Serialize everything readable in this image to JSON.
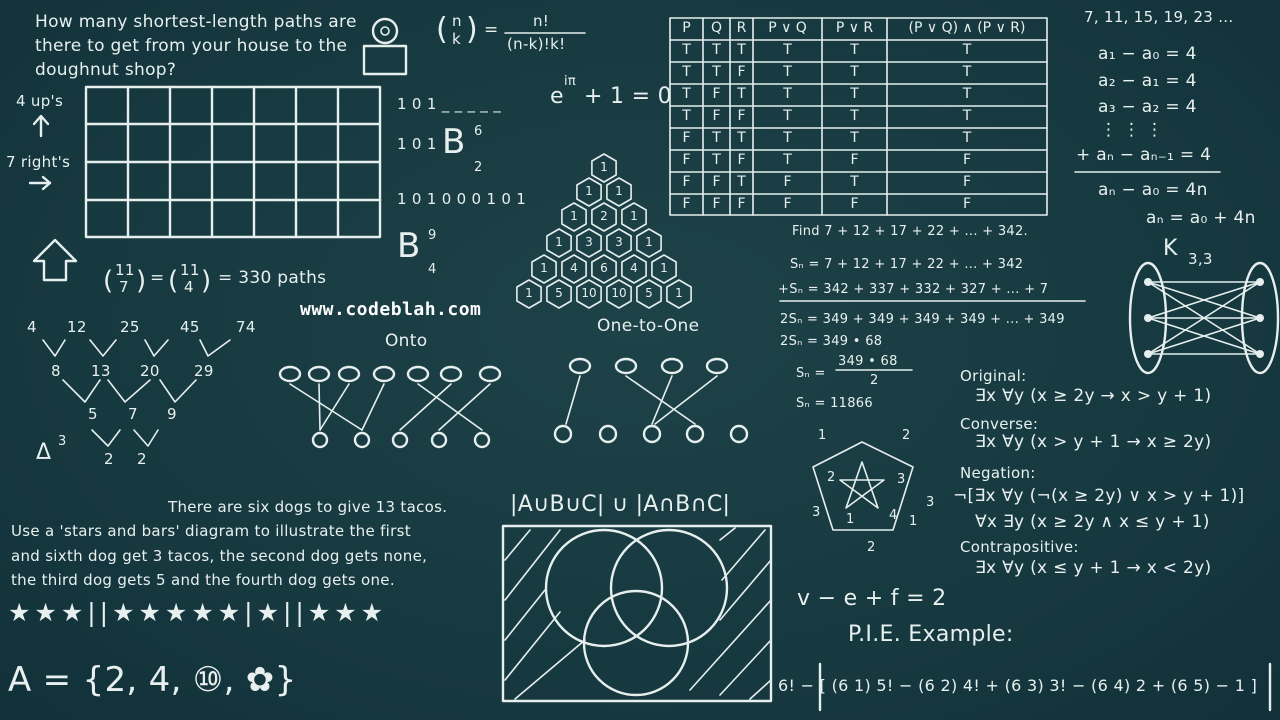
{
  "watermark": "www.codeblah.com",
  "doughnut": {
    "question": [
      "How many shortest-length paths are",
      "there to get from your house to the",
      "doughnut shop?"
    ],
    "ups": "4 up's",
    "rights": "7 right's",
    "result": "= 330 paths",
    "binom1": [
      "11",
      "7"
    ],
    "binom2": [
      "11",
      "4"
    ]
  },
  "formulas": {
    "choose_num": "n!",
    "choose_den": "(n-k)!k!",
    "choose_top": "n",
    "choose_bot": "k",
    "euler": "e",
    "euler_exp": "iπ",
    "euler_rest": "+ 1 = 0",
    "bin1": "1 0 1 _ _ _ _ _",
    "bin2": "1 0 1",
    "bin3": "1 0 1 0 0 0 1 0 1",
    "b_sup1": "6",
    "b_sub1": "2",
    "b_sup2": "9",
    "b_sub2": "4",
    "b_letter": "B"
  },
  "truth_table": {
    "headers": [
      "P",
      "Q",
      "R",
      "P ∨ Q",
      "P ∨ R",
      "(P ∨ Q) ∧ (P ∨ R)"
    ],
    "rows": [
      [
        "T",
        "T",
        "T",
        "T",
        "T",
        "T"
      ],
      [
        "T",
        "T",
        "F",
        "T",
        "T",
        "T"
      ],
      [
        "T",
        "F",
        "T",
        "T",
        "T",
        "T"
      ],
      [
        "T",
        "F",
        "F",
        "T",
        "T",
        "T"
      ],
      [
        "F",
        "T",
        "T",
        "T",
        "T",
        "T"
      ],
      [
        "F",
        "T",
        "F",
        "T",
        "F",
        "F"
      ],
      [
        "F",
        "F",
        "T",
        "F",
        "T",
        "F"
      ],
      [
        "F",
        "F",
        "F",
        "F",
        "F",
        "F"
      ]
    ]
  },
  "sequence": {
    "title": "7, 11, 15, 19, 23 ...",
    "lines": [
      "a₁ − a₀ = 4",
      "a₂ − a₁ = 4",
      "a₃ − a₂ = 4",
      "⋮   ⋮      ⋮",
      "+ aₙ − aₙ₋₁ = 4",
      "aₙ − a₀ = 4n",
      "aₙ = a₀ + 4n"
    ]
  },
  "pascal": [
    [
      "1"
    ],
    [
      "1",
      "1"
    ],
    [
      "1",
      "2",
      "1"
    ],
    [
      "1",
      "3",
      "3",
      "1"
    ],
    [
      "1",
      "4",
      "6",
      "4",
      "1"
    ],
    [
      "1",
      "5",
      "10",
      "10",
      "5",
      "1"
    ]
  ],
  "sum": {
    "find": "Find 7 + 12 + 17 + 22 + ... + 342.",
    "l1": "Sₙ =  7 + 12 + 17 + 22 + ... + 342",
    "l2": "+Sₙ = 342 + 337 + 332 + 327 + ... + 7",
    "l3": "2Sₙ = 349 + 349 + 349 + 349 + ... + 349",
    "l4": "2Sₙ = 349 • 68",
    "l5_lhs": "Sₙ =",
    "l5_num": "349 • 68",
    "l5_den": "2",
    "l6": "Sₙ = 11866"
  },
  "graph": {
    "label": "K",
    "sub": "3,3"
  },
  "logic": {
    "original_label": "Original:",
    "original": "∃x ∀y (x ≥ 2y → x > y + 1)",
    "converse_label": "Converse:",
    "converse": "∃x ∀y (x > y + 1 → x ≥ 2y)",
    "negation_label": "Negation:",
    "negation1": "¬[∃x ∀y (¬(x ≥ 2y) ∨ x > y + 1)]",
    "negation2": "∀x ∃y (x ≥ 2y ∧ x ≤ y + 1)",
    "contra_label": "Contrapositive:",
    "contra": "∃x ∀y (x ≤ y + 1 → x < 2y)"
  },
  "triangle": {
    "row1": [
      "4",
      "12",
      "25",
      "45",
      "74"
    ],
    "row2": [
      "8",
      "13",
      "20",
      "29"
    ],
    "row3": [
      "5",
      "7",
      "9"
    ],
    "row4": [
      "2",
      "2"
    ],
    "delta": "Δ",
    "delta_sup": "3"
  },
  "functions": {
    "onto": "Onto",
    "one_to_one": "One-to-One"
  },
  "tacos": {
    "text": [
      "There are six dogs to give 13 tacos.",
      "Use a 'stars and bars' diagram to illustrate the first",
      "and sixth dog get 3 tacos, the second dog gets none,",
      "the third dog gets 5 and the fourth dog gets one."
    ],
    "stars_and_bars": "★★★||★★★★★|★||★★★"
  },
  "set_a": "A = {2, 4, ⑩, ✿}",
  "venn": {
    "expression": "|A∪B∪C| ∪ |A∩B∩C|"
  },
  "pentagon": {
    "numbers": [
      "1",
      "2",
      "3",
      "4",
      "1",
      "2",
      "3",
      "1",
      "2",
      "3"
    ]
  },
  "euler_formula": "v − e + f = 2",
  "pie": {
    "title": "P.I.E. Example:",
    "expression": "6! − [ (6 1) 5! − (6 2) 4! + (6 3) 3! − (6 4) 2 + (6 5) − 1 ]"
  }
}
